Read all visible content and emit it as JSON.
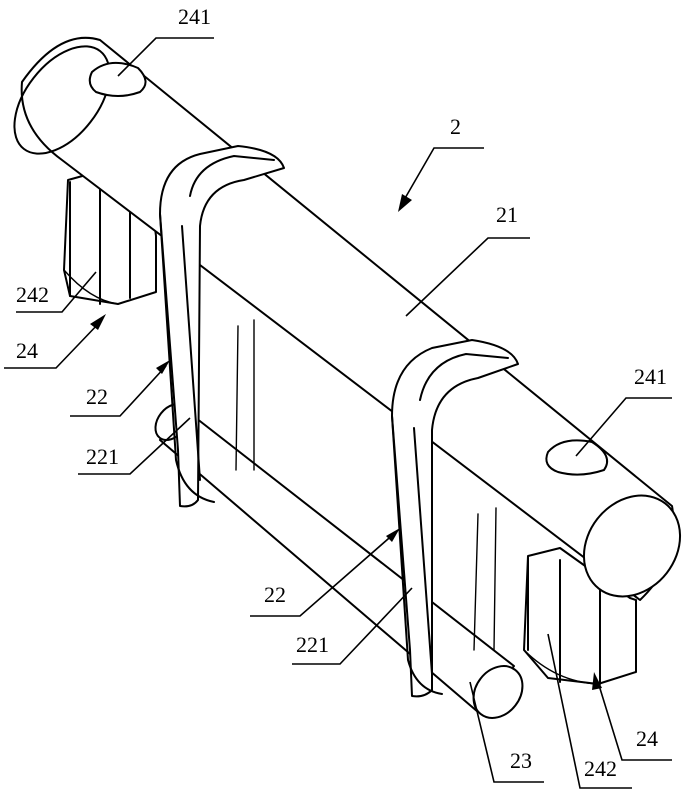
{
  "figure": {
    "labels": {
      "assembly": "2",
      "shaft": "21",
      "bracket_left": "22",
      "bracket_right": "22",
      "bracket_arm_left": "221",
      "bracket_arm_right": "221",
      "rod": "23",
      "nut_left": "24",
      "nut_right": "24",
      "hole_top": "241",
      "hole_right": "241",
      "nut_face_left": "242",
      "nut_face_right": "242"
    }
  }
}
